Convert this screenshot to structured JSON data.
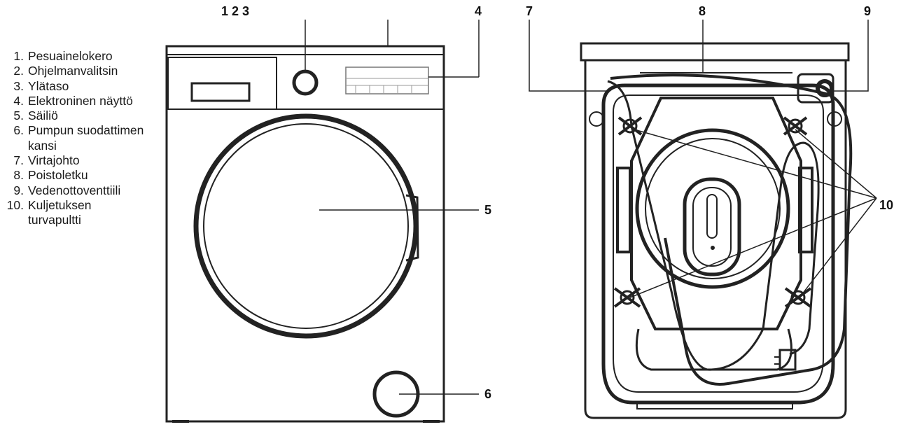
{
  "legend": [
    {
      "num": "1.",
      "text": "Pesuainelokero"
    },
    {
      "num": "2.",
      "text": "Ohjelmanvalitsin"
    },
    {
      "num": "3.",
      "text": "Ylätaso"
    },
    {
      "num": "4.",
      "text": "Elektroninen näyttö"
    },
    {
      "num": "5.",
      "text": "Säiliö"
    },
    {
      "num": "6.",
      "text": "Pumpun suodattimen kansi"
    },
    {
      "num": "7.",
      "text": "Virtajohto"
    },
    {
      "num": "8.",
      "text": "Poistoletku"
    },
    {
      "num": "9.",
      "text": "Vedenottoventtiili"
    },
    {
      "num": "10.",
      "text": "Kuljetuksen turvapultti"
    }
  ],
  "callouts": {
    "c123": "1 2 3",
    "c4": "4",
    "c5": "5",
    "c6": "6",
    "c7": "7",
    "c8": "8",
    "c9": "9",
    "c10": "10"
  }
}
